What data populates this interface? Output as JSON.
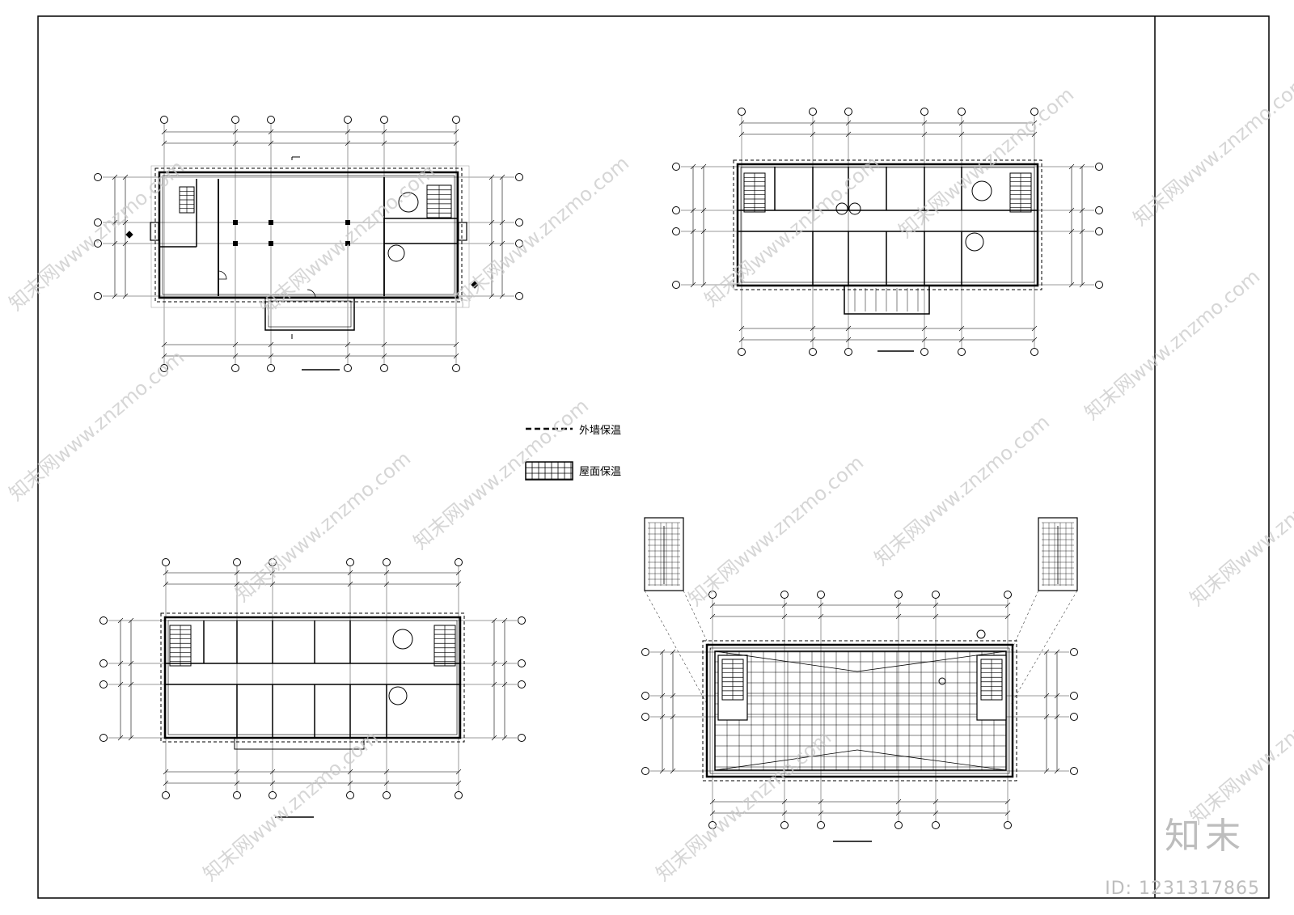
{
  "legend": {
    "wall_insulation_label": "外墙保温",
    "roof_insulation_label": "屋面保温"
  },
  "watermark": {
    "logo_text": "知末",
    "id_text": "ID: 1231317865",
    "diagonal_text": "知末网www.znzmo.com"
  },
  "colors": {
    "line": "#000000",
    "watermark": "#c8c8c8",
    "grid": "#9a9a9a"
  }
}
